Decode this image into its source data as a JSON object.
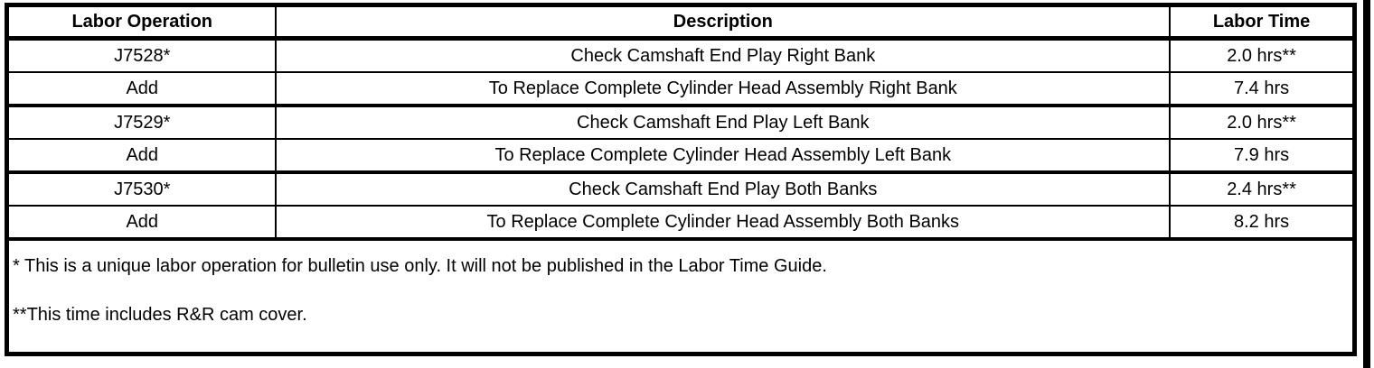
{
  "table": {
    "columns": [
      {
        "label": "Labor Operation"
      },
      {
        "label": "Description"
      },
      {
        "label": "Labor Time"
      }
    ],
    "rows": [
      {
        "op": "J7528*",
        "desc": "Check Camshaft End Play Right Bank",
        "time": "2.0 hrs**"
      },
      {
        "op": "Add",
        "desc": "To Replace Complete Cylinder Head Assembly Right Bank",
        "time": "7.4 hrs"
      },
      {
        "op": "J7529*",
        "desc": "Check Camshaft End Play Left Bank",
        "time": "2.0 hrs**"
      },
      {
        "op": "Add",
        "desc": "To Replace Complete Cylinder Head Assembly Left Bank",
        "time": "7.9 hrs"
      },
      {
        "op": "J7530*",
        "desc": "Check Camshaft End Play Both Banks",
        "time": "2.4 hrs**"
      },
      {
        "op": "Add",
        "desc": "To Replace Complete Cylinder Head Assembly Both Banks",
        "time": "8.2 hrs"
      }
    ],
    "notes": [
      "* This is a unique labor operation for bulletin use only. It will not be published in the Labor Time Guide.",
      "**This time includes R&R cam cover."
    ]
  },
  "colors": {
    "border": "#000000",
    "background": "#ffffff",
    "text": "#000000"
  }
}
